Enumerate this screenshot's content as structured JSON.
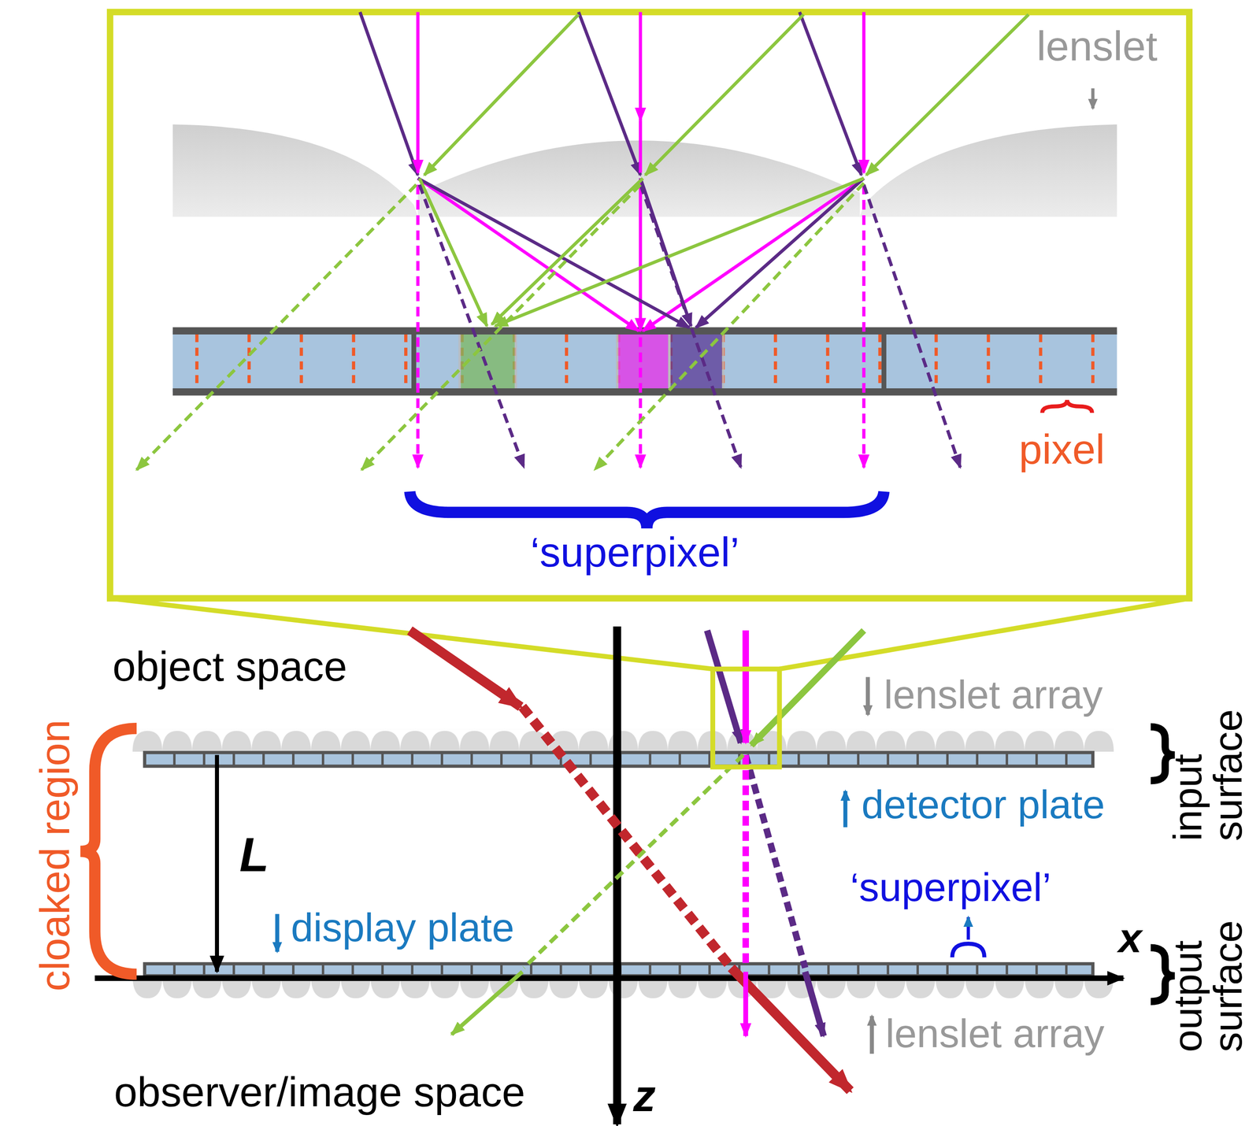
{
  "diagram": {
    "labels": [
      "lenslet",
      "pixel",
      "‘superpixel’",
      "object space",
      "lenslet array",
      "input surface",
      "detector plate",
      "cloaked region",
      "L",
      "‘superpixel’",
      "display plate",
      "x",
      "output surface",
      "lenslet array",
      "observer/image space",
      "z"
    ]
  }
}
